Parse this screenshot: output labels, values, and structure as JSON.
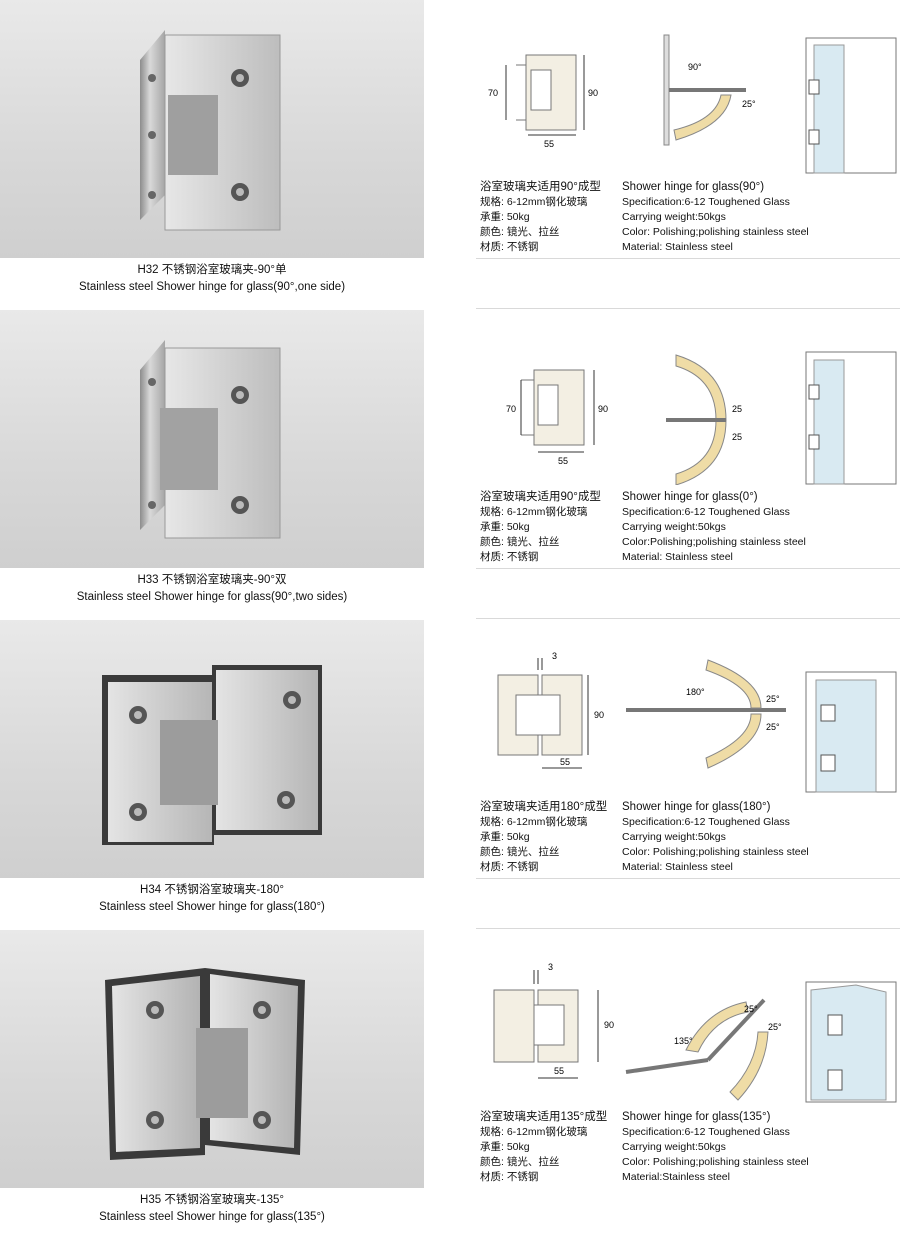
{
  "products": [
    {
      "code": "H32",
      "caption_cn": "H32  不锈钢浴室玻璃夹-90°单",
      "caption_en": "Stainless steel Shower hinge for glass(90°,one side)",
      "dims": {
        "height": "70",
        "height2": "90",
        "width": "55",
        "angle": "90°",
        "angle2": "25°"
      },
      "spec_cn": [
        "浴室玻璃夹适用90°成型",
        "规格: 6-12mm钢化玻璃",
        "承重: 50kg",
        "颜色: 镜光、拉丝",
        "材质: 不锈钢"
      ],
      "spec_en": [
        "Shower hinge for glass(90°)",
        "Specification:6-12 Toughened Glass",
        "Carrying weight:50kgs",
        "Color: Polishing;polishing stainless steel",
        "Material: Stainless steel"
      ]
    },
    {
      "code": "H33",
      "caption_cn": "H33  不锈钢浴室玻璃夹-90°双",
      "caption_en": "Stainless steel Shower hinge for glass(90°,two sides)",
      "dims": {
        "height": "70",
        "height2": "90",
        "width": "55",
        "angle": "25",
        "angle2": "25"
      },
      "spec_cn": [
        "浴室玻璃夹适用90°成型",
        "规格: 6-12mm钢化玻璃",
        "承重: 50kg",
        "颜色: 镜光、拉丝",
        "材质: 不锈钢"
      ],
      "spec_en": [
        "Shower hinge for glass(0°)",
        "Specification:6-12 Toughened Glass",
        "Carrying weight:50kgs",
        "Color:Polishing;polishing stainless steel",
        "Material: Stainless steel"
      ]
    },
    {
      "code": "H34",
      "caption_cn": "H34  不锈钢浴室玻璃夹-180°",
      "caption_en": "Stainless steel Shower hinge for glass(180°)",
      "dims": {
        "gap": "3",
        "height2": "90",
        "width": "55",
        "angle": "180°",
        "angle2": "25°",
        "angle3": "25°"
      },
      "spec_cn": [
        "浴室玻璃夹适用180°成型",
        "规格: 6-12mm钢化玻璃",
        "承重: 50kg",
        "颜色: 镜光、拉丝",
        "材质: 不锈钢"
      ],
      "spec_en": [
        "Shower hinge for glass(180°)",
        "Specification:6-12 Toughened Glass",
        "Carrying weight:50kgs",
        "Color: Polishing;polishing stainless steel",
        "Material: Stainless steel"
      ]
    },
    {
      "code": "H35",
      "caption_cn": "H35  不锈钢浴室玻璃夹-135°",
      "caption_en": "Stainless steel Shower hinge for glass(135°)",
      "dims": {
        "gap": "3",
        "height2": "90",
        "width": "55",
        "angle": "135°",
        "angle2": "25°",
        "angle3": "25°"
      },
      "spec_cn": [
        "浴室玻璃夹适用135°成型",
        "规格: 6-12mm钢化玻璃",
        "承重: 50kg",
        "颜色: 镜光、拉丝",
        "材质: 不锈钢"
      ],
      "spec_en": [
        "Shower hinge for glass(135°)",
        "Specification:6-12 Toughened Glass",
        "Carrying weight:50kgs",
        "Color: Polishing;polishing stainless steel",
        "Material:Stainless steel"
      ]
    }
  ],
  "colors": {
    "steel": "#b9b9b9",
    "arc": "#efdca6",
    "plate": "#f3efe3"
  }
}
